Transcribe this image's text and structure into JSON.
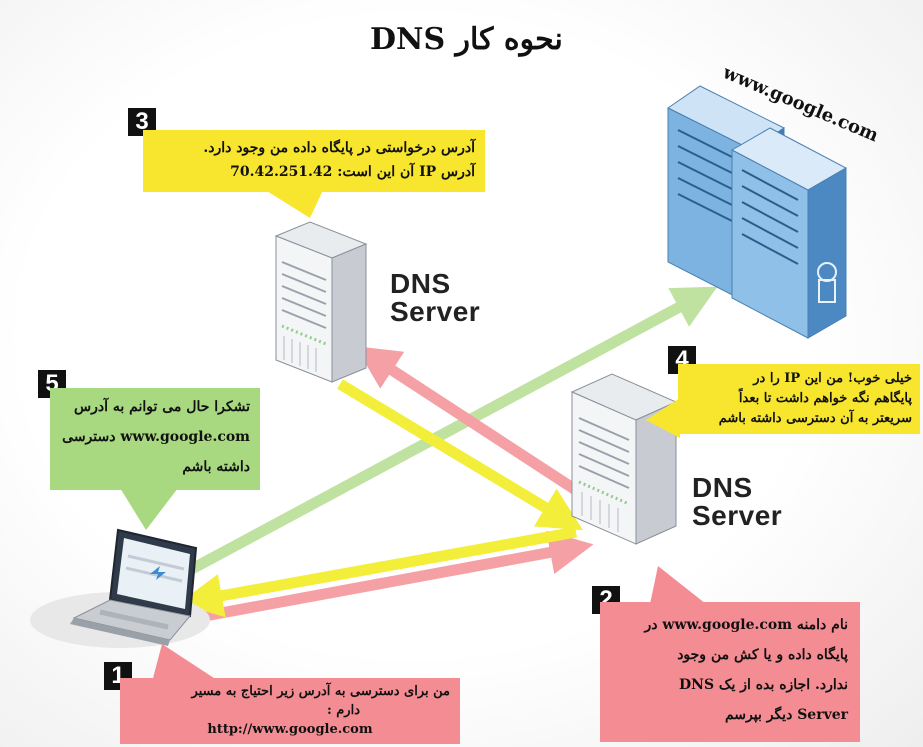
{
  "title": "نحوه کار DNS",
  "domain_label": "www.google.com",
  "dns_servers": [
    {
      "label_line1": "DNS",
      "label_line2": "Server"
    },
    {
      "label_line1": "DNS",
      "label_line2": "Server"
    }
  ],
  "steps": [
    {
      "number": "1",
      "lines": [
        "من برای دسترسی به آدرس زیر احتیاج به مسیر",
        "دارم :",
        "http://www.google.com"
      ]
    },
    {
      "number": "2",
      "lines": [
        "نام دامنه www.google.com در",
        "پایگاه داده و یا کش من وجود",
        "ندارد. اجازه بده از یک DNS",
        "Server دیگر بپرسم"
      ]
    },
    {
      "number": "3",
      "lines": [
        "آدرس درخواستی در پایگاه داده من وجود دارد.",
        "آدرس IP آن این است: 70.42.251.42"
      ]
    },
    {
      "number": "4",
      "lines": [
        "خیلی خوب! من این IP را در",
        "پایگاهم نگه خواهم داشت تا بعداً",
        "سریعتر به آن دسترسی داشته باشم"
      ]
    },
    {
      "number": "5",
      "lines": [
        "تشکرا حال می توانم به آدرس",
        "www.google.com    دسترسی",
        "داشته باشم"
      ]
    }
  ],
  "colors": {
    "yellow_note": "#f8e62e",
    "green_note": "#a8d880",
    "pink_note": "#f48d93",
    "pink_arrow": "#f5a0a4",
    "yellow_arrow": "#f3ee3a",
    "green_arrow": "#c0e2a0",
    "server_blue": "#6aa6d8"
  },
  "icons": [
    "laptop-icon",
    "dns-server-icon",
    "web-server-icon"
  ]
}
